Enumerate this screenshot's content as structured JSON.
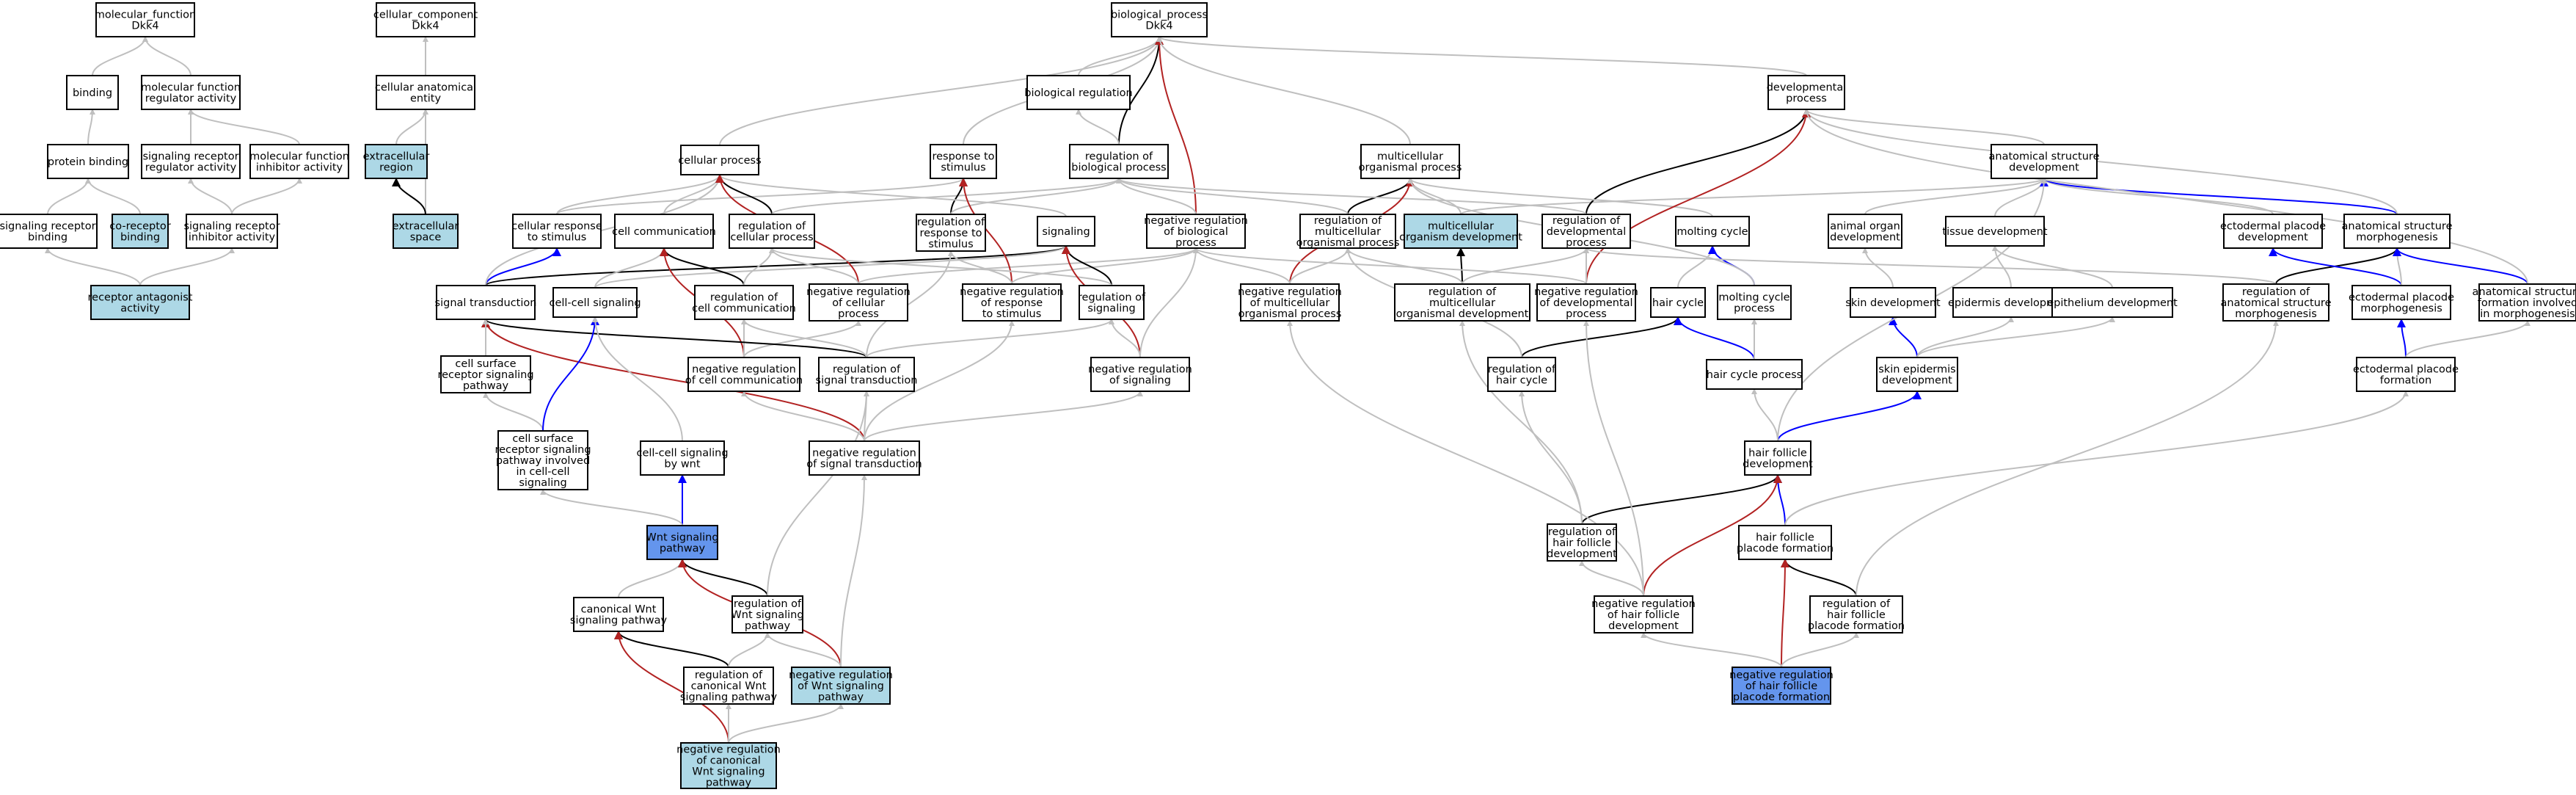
{
  "colors": {
    "node_default": "#ffffff",
    "node_highlight": "#add8e6",
    "node_focus": "#6495ed",
    "edge_is_a": "#bfbfbf",
    "edge_part_of": "#000000",
    "edge_positively_regulates": "#0000ff",
    "edge_negatively_regulates": "#b22222"
  },
  "nodes": {
    "mf_root": {
      "lines": [
        "molecular_function",
        "Dkk4"
      ],
      "style": "default"
    },
    "cc_root": {
      "lines": [
        "cellular_component",
        "Dkk4"
      ],
      "style": "default"
    },
    "bp_root": {
      "lines": [
        "biological_process",
        "Dkk4"
      ],
      "style": "default"
    },
    "binding": {
      "lines": [
        "binding"
      ],
      "style": "default"
    },
    "mf_reg_act": {
      "lines": [
        "molecular function",
        "regulator activity"
      ],
      "style": "default"
    },
    "cc_anat": {
      "lines": [
        "cellular anatomical",
        "entity"
      ],
      "style": "default"
    },
    "bio_reg": {
      "lines": [
        "biological regulation"
      ],
      "style": "default"
    },
    "dev_proc": {
      "lines": [
        "developmental",
        "process"
      ],
      "style": "default"
    },
    "prot_bind": {
      "lines": [
        "protein binding"
      ],
      "style": "default"
    },
    "sig_rec_reg": {
      "lines": [
        "signaling receptor",
        "regulator activity"
      ],
      "style": "default"
    },
    "mf_inhib": {
      "lines": [
        "molecular function",
        "inhibitor activity"
      ],
      "style": "default"
    },
    "ecr": {
      "lines": [
        "extracellular",
        "region"
      ],
      "style": "highlight"
    },
    "cell_proc": {
      "lines": [
        "cellular process"
      ],
      "style": "default"
    },
    "resp_stim": {
      "lines": [
        "response to",
        "stimulus"
      ],
      "style": "default"
    },
    "reg_bio": {
      "lines": [
        "regulation of",
        "biological process"
      ],
      "style": "default"
    },
    "mc_org": {
      "lines": [
        "multicellular",
        "organismal process"
      ],
      "style": "default"
    },
    "anat_dev": {
      "lines": [
        "anatomical structure",
        "development"
      ],
      "style": "default"
    },
    "sig_rec_bind": {
      "lines": [
        "signaling receptor",
        "binding"
      ],
      "style": "default"
    },
    "co_rec": {
      "lines": [
        "co-receptor",
        "binding"
      ],
      "style": "highlight"
    },
    "sig_rec_inhib": {
      "lines": [
        "signaling receptor",
        "inhibitor activity"
      ],
      "style": "default"
    },
    "ecs": {
      "lines": [
        "extracellular",
        "space"
      ],
      "style": "highlight"
    },
    "cell_resp": {
      "lines": [
        "cellular response",
        "to stimulus"
      ],
      "style": "default"
    },
    "cell_comm": {
      "lines": [
        "cell communication"
      ],
      "style": "default"
    },
    "reg_cell_proc": {
      "lines": [
        "regulation of",
        "cellular process"
      ],
      "style": "default"
    },
    "reg_resp": {
      "lines": [
        "regulation of",
        "response to",
        "stimulus"
      ],
      "style": "default"
    },
    "signaling": {
      "lines": [
        "signaling"
      ],
      "style": "default"
    },
    "neg_reg_bio": {
      "lines": [
        "negative regulation",
        "of biological",
        "process"
      ],
      "style": "default"
    },
    "reg_mc": {
      "lines": [
        "regulation of",
        "multicellular",
        "organismal process"
      ],
      "style": "default"
    },
    "mc_dev": {
      "lines": [
        "multicellular",
        "organism development"
      ],
      "style": "highlight"
    },
    "reg_dev": {
      "lines": [
        "regulation of",
        "developmental",
        "process"
      ],
      "style": "default"
    },
    "molt": {
      "lines": [
        "molting cycle"
      ],
      "style": "default"
    },
    "animal_organ": {
      "lines": [
        "animal organ",
        "development"
      ],
      "style": "default"
    },
    "tissue_dev": {
      "lines": [
        "tissue development"
      ],
      "style": "default"
    },
    "ecto_dev": {
      "lines": [
        "ectodermal placode",
        "development"
      ],
      "style": "default"
    },
    "anat_morph": {
      "lines": [
        "anatomical structure",
        "morphogenesis"
      ],
      "style": "default"
    },
    "rec_antag": {
      "lines": [
        "receptor antagonist",
        "activity"
      ],
      "style": "highlight"
    },
    "sig_trans": {
      "lines": [
        "signal transduction"
      ],
      "style": "default"
    },
    "cc_sig": {
      "lines": [
        "cell-cell signaling"
      ],
      "style": "default"
    },
    "reg_cell_comm": {
      "lines": [
        "regulation of",
        "cell communication"
      ],
      "style": "default"
    },
    "neg_reg_cell_proc": {
      "lines": [
        "negative regulation",
        "of cellular",
        "process"
      ],
      "style": "default"
    },
    "neg_reg_resp": {
      "lines": [
        "negative regulation",
        "of response",
        "to stimulus"
      ],
      "style": "default"
    },
    "reg_sig": {
      "lines": [
        "regulation of",
        "signaling"
      ],
      "style": "default"
    },
    "neg_reg_mc": {
      "lines": [
        "negative regulation",
        "of multicellular",
        "organismal process"
      ],
      "style": "default"
    },
    "reg_mc_dev": {
      "lines": [
        "regulation of",
        "multicellular",
        "organismal development"
      ],
      "style": "default"
    },
    "neg_reg_dev": {
      "lines": [
        "negative regulation",
        "of developmental",
        "process"
      ],
      "style": "default"
    },
    "hair_cycle": {
      "lines": [
        "hair cycle"
      ],
      "style": "default"
    },
    "molt_proc": {
      "lines": [
        "molting cycle",
        "process"
      ],
      "style": "default"
    },
    "skin_dev": {
      "lines": [
        "skin development"
      ],
      "style": "default"
    },
    "epid_dev": {
      "lines": [
        "epidermis development"
      ],
      "style": "default"
    },
    "epith_dev": {
      "lines": [
        "epithelium development"
      ],
      "style": "default"
    },
    "reg_anat_morph": {
      "lines": [
        "regulation of",
        "anatomical structure",
        "morphogenesis"
      ],
      "style": "default"
    },
    "ecto_morph": {
      "lines": [
        "ectodermal placode",
        "morphogenesis"
      ],
      "style": "default"
    },
    "anat_form": {
      "lines": [
        "anatomical structure",
        "formation involved",
        "in morphogenesis"
      ],
      "style": "default"
    },
    "csr_sig": {
      "lines": [
        "cell surface",
        "receptor signaling",
        "pathway"
      ],
      "style": "default"
    },
    "neg_reg_cell_comm": {
      "lines": [
        "negative regulation",
        "of cell communication"
      ],
      "style": "default"
    },
    "reg_sig_trans": {
      "lines": [
        "regulation of",
        "signal transduction"
      ],
      "style": "default"
    },
    "neg_reg_sig": {
      "lines": [
        "negative regulation",
        "of signaling"
      ],
      "style": "default"
    },
    "reg_hair_cycle": {
      "lines": [
        "regulation of",
        "hair cycle"
      ],
      "style": "default"
    },
    "hair_cycle_proc": {
      "lines": [
        "hair cycle process"
      ],
      "style": "default"
    },
    "skin_epid": {
      "lines": [
        "skin epidermis",
        "development"
      ],
      "style": "default"
    },
    "ecto_form": {
      "lines": [
        "ectodermal placode",
        "formation"
      ],
      "style": "default"
    },
    "csr_cc": {
      "lines": [
        "cell surface",
        "receptor signaling",
        "pathway involved",
        "in cell-cell",
        "signaling"
      ],
      "style": "default"
    },
    "cc_wnt": {
      "lines": [
        "cell-cell signaling",
        "by wnt"
      ],
      "style": "default"
    },
    "neg_reg_sig_trans": {
      "lines": [
        "negative regulation",
        "of signal transduction"
      ],
      "style": "default"
    },
    "hf_dev": {
      "lines": [
        "hair follicle",
        "development"
      ],
      "style": "default"
    },
    "wnt": {
      "lines": [
        "Wnt signaling",
        "pathway"
      ],
      "style": "focus"
    },
    "reg_hf_dev": {
      "lines": [
        "regulation of",
        "hair follicle",
        "development"
      ],
      "style": "default"
    },
    "hf_plac": {
      "lines": [
        "hair follicle",
        "placode formation"
      ],
      "style": "default"
    },
    "can_wnt": {
      "lines": [
        "canonical Wnt",
        "signaling pathway"
      ],
      "style": "default"
    },
    "reg_wnt": {
      "lines": [
        "regulation of",
        "Wnt signaling",
        "pathway"
      ],
      "style": "default"
    },
    "neg_reg_hf_dev": {
      "lines": [
        "negative regulation",
        "of hair follicle",
        "development"
      ],
      "style": "default"
    },
    "reg_hf_plac": {
      "lines": [
        "regulation of",
        "hair follicle",
        "placode formation"
      ],
      "style": "default"
    },
    "reg_can_wnt": {
      "lines": [
        "regulation of",
        "canonical Wnt",
        "signaling pathway"
      ],
      "style": "default"
    },
    "neg_reg_wnt": {
      "lines": [
        "negative regulation",
        "of Wnt signaling",
        "pathway"
      ],
      "style": "highlight"
    },
    "neg_reg_hf_plac": {
      "lines": [
        "negative regulation",
        "of hair follicle",
        "placode formation"
      ],
      "style": "focus"
    },
    "neg_reg_can_wnt": {
      "lines": [
        "negative regulation",
        "of canonical",
        "Wnt signaling",
        "pathway"
      ],
      "style": "highlight"
    }
  },
  "edges": [
    [
      "binding",
      "mf_root",
      "is_a"
    ],
    [
      "mf_reg_act",
      "mf_root",
      "is_a"
    ],
    [
      "prot_bind",
      "binding",
      "is_a"
    ],
    [
      "sig_rec_reg",
      "mf_reg_act",
      "is_a"
    ],
    [
      "mf_inhib",
      "mf_reg_act",
      "is_a"
    ],
    [
      "sig_rec_bind",
      "prot_bind",
      "is_a"
    ],
    [
      "co_rec",
      "prot_bind",
      "is_a"
    ],
    [
      "sig_rec_inhib",
      "sig_rec_reg",
      "is_a"
    ],
    [
      "sig_rec_inhib",
      "mf_inhib",
      "is_a"
    ],
    [
      "rec_antag",
      "sig_rec_bind",
      "is_a"
    ],
    [
      "rec_antag",
      "sig_rec_inhib",
      "is_a"
    ],
    [
      "cc_anat",
      "cc_root",
      "is_a"
    ],
    [
      "ecr",
      "cc_anat",
      "is_a"
    ],
    [
      "ecs",
      "cc_anat",
      "is_a"
    ],
    [
      "ecs",
      "ecr",
      "part_of"
    ],
    [
      "cell_proc",
      "bp_root",
      "is_a"
    ],
    [
      "resp_stim",
      "bp_root",
      "is_a"
    ],
    [
      "bio_reg",
      "bp_root",
      "is_a"
    ],
    [
      "reg_bio",
      "bp_root",
      "regulates"
    ],
    [
      "reg_bio",
      "bio_reg",
      "is_a"
    ],
    [
      "neg_reg_bio",
      "bp_root",
      "negatively_regulates"
    ],
    [
      "neg_reg_bio",
      "reg_bio",
      "is_a"
    ],
    [
      "mc_org",
      "bp_root",
      "is_a"
    ],
    [
      "dev_proc",
      "bp_root",
      "is_a"
    ],
    [
      "cell_resp",
      "cell_proc",
      "is_a"
    ],
    [
      "cell_resp",
      "resp_stim",
      "is_a"
    ],
    [
      "cell_comm",
      "cell_proc",
      "is_a"
    ],
    [
      "reg_cell_proc",
      "cell_proc",
      "regulates"
    ],
    [
      "reg_cell_proc",
      "reg_bio",
      "is_a"
    ],
    [
      "reg_resp",
      "resp_stim",
      "regulates"
    ],
    [
      "reg_resp",
      "reg_bio",
      "is_a"
    ],
    [
      "signaling",
      "cell_proc",
      "is_a"
    ],
    [
      "sig_trans",
      "cell_resp",
      "positively_regulates"
    ],
    [
      "sig_trans",
      "signaling",
      "part_of"
    ],
    [
      "sig_trans",
      "cell_proc",
      "is_a"
    ],
    [
      "cc_sig",
      "cell_comm",
      "is_a"
    ],
    [
      "cc_sig",
      "signaling",
      "is_a"
    ],
    [
      "reg_cell_comm",
      "cell_comm",
      "regulates"
    ],
    [
      "reg_cell_comm",
      "reg_cell_proc",
      "is_a"
    ],
    [
      "neg_reg_cell_proc",
      "cell_proc",
      "negatively_regulates"
    ],
    [
      "neg_reg_cell_proc",
      "reg_cell_proc",
      "is_a"
    ],
    [
      "neg_reg_cell_proc",
      "neg_reg_bio",
      "is_a"
    ],
    [
      "neg_reg_resp",
      "resp_stim",
      "negatively_regulates"
    ],
    [
      "neg_reg_resp",
      "reg_resp",
      "is_a"
    ],
    [
      "neg_reg_resp",
      "neg_reg_bio",
      "is_a"
    ],
    [
      "reg_sig",
      "signaling",
      "regulates"
    ],
    [
      "reg_sig",
      "reg_cell_proc",
      "is_a"
    ],
    [
      "neg_reg_sig",
      "signaling",
      "negatively_regulates"
    ],
    [
      "neg_reg_sig",
      "reg_sig",
      "is_a"
    ],
    [
      "neg_reg_sig",
      "neg_reg_bio",
      "is_a"
    ],
    [
      "neg_reg_cell_comm",
      "cell_comm",
      "negatively_regulates"
    ],
    [
      "neg_reg_cell_comm",
      "reg_cell_comm",
      "is_a"
    ],
    [
      "neg_reg_cell_comm",
      "neg_reg_cell_proc",
      "is_a"
    ],
    [
      "reg_sig_trans",
      "sig_trans",
      "regulates"
    ],
    [
      "reg_sig_trans",
      "reg_sig",
      "is_a"
    ],
    [
      "reg_sig_trans",
      "reg_cell_comm",
      "is_a"
    ],
    [
      "reg_sig_trans",
      "reg_resp",
      "is_a"
    ],
    [
      "neg_reg_sig_trans",
      "sig_trans",
      "negatively_regulates"
    ],
    [
      "neg_reg_sig_trans",
      "reg_sig_trans",
      "is_a"
    ],
    [
      "neg_reg_sig_trans",
      "neg_reg_sig",
      "is_a"
    ],
    [
      "neg_reg_sig_trans",
      "neg_reg_cell_comm",
      "is_a"
    ],
    [
      "neg_reg_sig_trans",
      "neg_reg_resp",
      "is_a"
    ],
    [
      "csr_sig",
      "sig_trans",
      "is_a"
    ],
    [
      "csr_cc",
      "csr_sig",
      "is_a"
    ],
    [
      "csr_cc",
      "cc_sig",
      "positively_regulates"
    ],
    [
      "cc_wnt",
      "cc_sig",
      "is_a"
    ],
    [
      "wnt",
      "cc_wnt",
      "positively_regulates"
    ],
    [
      "wnt",
      "csr_cc",
      "is_a"
    ],
    [
      "can_wnt",
      "wnt",
      "is_a"
    ],
    [
      "reg_wnt",
      "wnt",
      "part_of"
    ],
    [
      "reg_wnt",
      "reg_sig_trans",
      "is_a"
    ],
    [
      "reg_can_wnt",
      "can_wnt",
      "part_of"
    ],
    [
      "reg_can_wnt",
      "reg_wnt",
      "is_a"
    ],
    [
      "neg_reg_wnt",
      "wnt",
      "negatively_regulates"
    ],
    [
      "neg_reg_wnt",
      "reg_wnt",
      "is_a"
    ],
    [
      "neg_reg_wnt",
      "neg_reg_sig_trans",
      "is_a"
    ],
    [
      "neg_reg_can_wnt",
      "can_wnt",
      "negatively_regulates"
    ],
    [
      "neg_reg_can_wnt",
      "reg_can_wnt",
      "is_a"
    ],
    [
      "neg_reg_can_wnt",
      "neg_reg_wnt",
      "is_a"
    ],
    [
      "reg_mc",
      "mc_org",
      "part_of"
    ],
    [
      "reg_mc",
      "reg_bio",
      "is_a"
    ],
    [
      "mc_dev",
      "mc_org",
      "is_a"
    ],
    [
      "mc_dev",
      "anat_dev",
      "is_a"
    ],
    [
      "reg_dev",
      "dev_proc",
      "part_of"
    ],
    [
      "reg_dev",
      "reg_bio",
      "is_a"
    ],
    [
      "anat_dev",
      "dev_proc",
      "is_a"
    ],
    [
      "molt",
      "mc_org",
      "is_a"
    ],
    [
      "animal_organ",
      "anat_dev",
      "is_a"
    ],
    [
      "tissue_dev",
      "anat_dev",
      "is_a"
    ],
    [
      "ecto_dev",
      "anat_dev",
      "is_a"
    ],
    [
      "anat_morph",
      "anat_dev",
      "positively_regulates"
    ],
    [
      "anat_morph",
      "dev_proc",
      "is_a"
    ],
    [
      "neg_reg_mc",
      "mc_org",
      "negatively_regulates"
    ],
    [
      "neg_reg_mc",
      "reg_mc",
      "is_a"
    ],
    [
      "neg_reg_mc",
      "neg_reg_bio",
      "is_a"
    ],
    [
      "reg_mc_dev",
      "mc_dev",
      "part_of"
    ],
    [
      "reg_mc_dev",
      "reg_mc",
      "is_a"
    ],
    [
      "reg_mc_dev",
      "reg_dev",
      "is_a"
    ],
    [
      "neg_reg_dev",
      "dev_proc",
      "negatively_regulates"
    ],
    [
      "neg_reg_dev",
      "reg_dev",
      "is_a"
    ],
    [
      "neg_reg_dev",
      "neg_reg_bio",
      "is_a"
    ],
    [
      "hair_cycle",
      "molt",
      "is_a"
    ],
    [
      "molt_proc",
      "molt",
      "positively_regulates"
    ],
    [
      "molt_proc",
      "mc_org",
      "is_a"
    ],
    [
      "skin_dev",
      "animal_organ",
      "is_a"
    ],
    [
      "epid_dev",
      "tissue_dev",
      "is_a"
    ],
    [
      "epith_dev",
      "tissue_dev",
      "is_a"
    ],
    [
      "reg_anat_morph",
      "anat_morph",
      "part_of"
    ],
    [
      "reg_anat_morph",
      "reg_dev",
      "is_a"
    ],
    [
      "ecto_morph",
      "ecto_dev",
      "positively_regulates"
    ],
    [
      "ecto_morph",
      "anat_morph",
      "is_a"
    ],
    [
      "anat_form",
      "anat_morph",
      "positively_regulates"
    ],
    [
      "anat_form",
      "dev_proc",
      "is_a"
    ],
    [
      "reg_hair_cycle",
      "hair_cycle",
      "part_of"
    ],
    [
      "reg_hair_cycle",
      "reg_mc",
      "is_a"
    ],
    [
      "hair_cycle_proc",
      "hair_cycle",
      "positively_regulates"
    ],
    [
      "hair_cycle_proc",
      "molt_proc",
      "is_a"
    ],
    [
      "skin_epid",
      "skin_dev",
      "positively_regulates"
    ],
    [
      "skin_epid",
      "epid_dev",
      "is_a"
    ],
    [
      "skin_epid",
      "epith_dev",
      "is_a"
    ],
    [
      "ecto_form",
      "ecto_morph",
      "positively_regulates"
    ],
    [
      "ecto_form",
      "anat_form",
      "is_a"
    ],
    [
      "hf_dev",
      "skin_epid",
      "positively_regulates"
    ],
    [
      "hf_dev",
      "hair_cycle_proc",
      "is_a"
    ],
    [
      "hf_dev",
      "anat_dev",
      "is_a"
    ],
    [
      "reg_hf_dev",
      "hf_dev",
      "part_of"
    ],
    [
      "reg_hf_dev",
      "reg_hair_cycle",
      "is_a"
    ],
    [
      "reg_hf_dev",
      "reg_mc_dev",
      "is_a"
    ],
    [
      "hf_plac",
      "hf_dev",
      "positively_regulates"
    ],
    [
      "hf_plac",
      "ecto_form",
      "is_a"
    ],
    [
      "neg_reg_hf_dev",
      "hf_dev",
      "negatively_regulates"
    ],
    [
      "neg_reg_hf_dev",
      "reg_hf_dev",
      "is_a"
    ],
    [
      "neg_reg_hf_dev",
      "neg_reg_mc",
      "is_a"
    ],
    [
      "neg_reg_hf_dev",
      "neg_reg_dev",
      "is_a"
    ],
    [
      "reg_hf_plac",
      "hf_plac",
      "part_of"
    ],
    [
      "reg_hf_plac",
      "reg_anat_morph",
      "is_a"
    ],
    [
      "neg_reg_hf_plac",
      "hf_plac",
      "negatively_regulates"
    ],
    [
      "neg_reg_hf_plac",
      "reg_hf_plac",
      "is_a"
    ],
    [
      "neg_reg_hf_plac",
      "neg_reg_hf_dev",
      "is_a"
    ]
  ]
}
